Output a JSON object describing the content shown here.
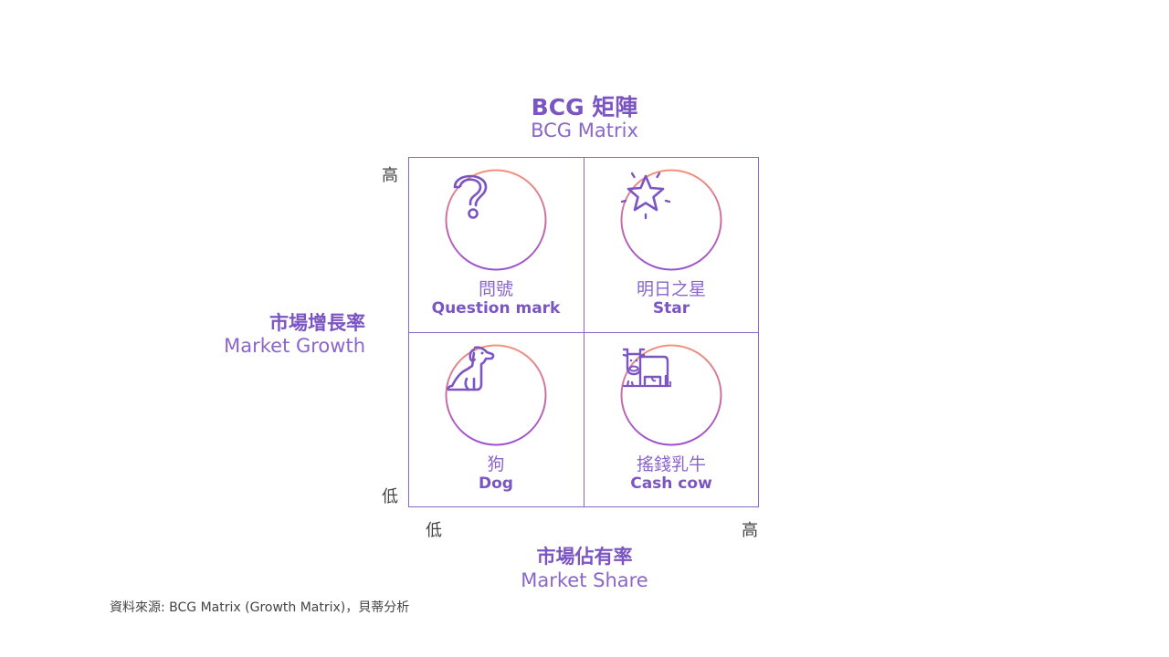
{
  "title": {
    "zh": "BCG 矩陣",
    "en": "BCG Matrix"
  },
  "y_axis": {
    "zh": "市場增長率",
    "en": "Market Growth",
    "high": "高",
    "low": "低"
  },
  "x_axis": {
    "zh": "市場佔有率",
    "en": "Market Share",
    "low": "低",
    "high": "高"
  },
  "quadrants": [
    {
      "zh": "問號",
      "en": "Question mark",
      "icon": "question-mark-icon"
    },
    {
      "zh": "明日之星",
      "en": "Star",
      "icon": "star-icon"
    },
    {
      "zh": "狗",
      "en": "Dog",
      "icon": "dog-icon"
    },
    {
      "zh": "搖錢乳牛",
      "en": "Cash cow",
      "icon": "cow-icon"
    }
  ],
  "source": "資料來源: BCG Matrix (Growth Matrix)，貝蒂分析",
  "colors": {
    "primary": "#7b55c2",
    "gradient_top": "#f5907a",
    "gradient_bottom": "#9a4fd0"
  }
}
